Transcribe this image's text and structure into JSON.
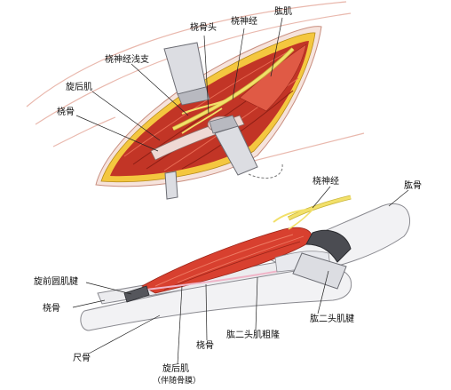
{
  "colors": {
    "muscle": "#d8402f",
    "muscle_dark": "#a82a1e",
    "muscle_light": "#ee7a63",
    "nerve": "#f2e06a",
    "nerve_outline": "#c9b53a",
    "bone": "#f2f2f4",
    "bone_outline": "#8a8a90",
    "skin": "#f6e3dc",
    "fat": "#f4c73f",
    "retractor": "#dcdde2",
    "incision_line": "#e9b8ad",
    "leader": "#222222"
  },
  "labels": {
    "radial_head_top": "桡骨头",
    "radial_nerve_top": "桡神经",
    "brachialis_top": "肱肌",
    "superficial_branch": "桡神经浅支",
    "supinator_top": "旋后肌",
    "radius_top": "桡骨",
    "radial_nerve_bottom": "桡神经",
    "humerus": "肱骨",
    "pronator_teres_tendon": "旋前圆肌腱",
    "radius_left": "桡骨",
    "biceps_tendon": "肱二头肌腱",
    "bicipital_tuberosity": "肱二头肌粗隆",
    "radius_bottom": "桡骨",
    "ulna": "尺骨",
    "supinator_bottom": "旋后肌",
    "supinator_bottom_sub": "（伴随骨膜）"
  }
}
